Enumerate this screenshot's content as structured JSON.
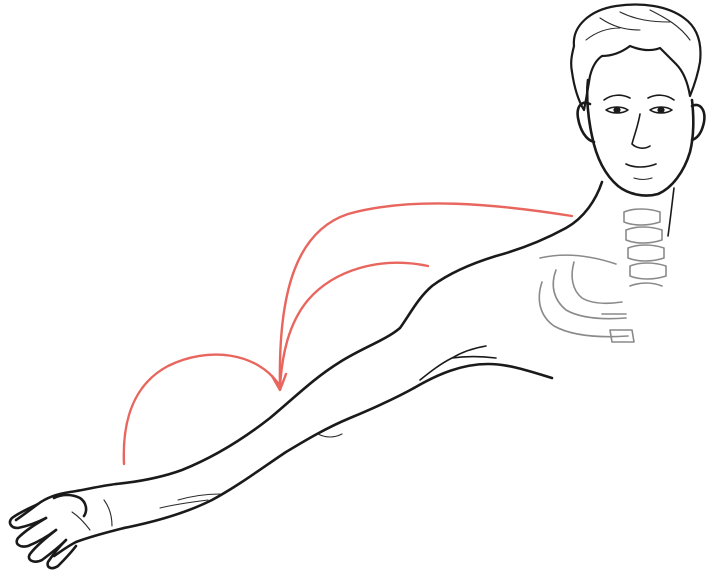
{
  "colors": {
    "background": "#ffffff",
    "outline": "#1a1a1a",
    "skeleton": "#8a8a8a",
    "referral_arrows": "#e8665e"
  },
  "figure": {
    "parts": [
      "head",
      "neck",
      "cervical-vertebrae",
      "ribs",
      "shoulder",
      "arm",
      "elbow",
      "forearm",
      "hand"
    ]
  },
  "arrows": {
    "count": 3,
    "style": "red curved referral arrows converging at the elbow"
  }
}
